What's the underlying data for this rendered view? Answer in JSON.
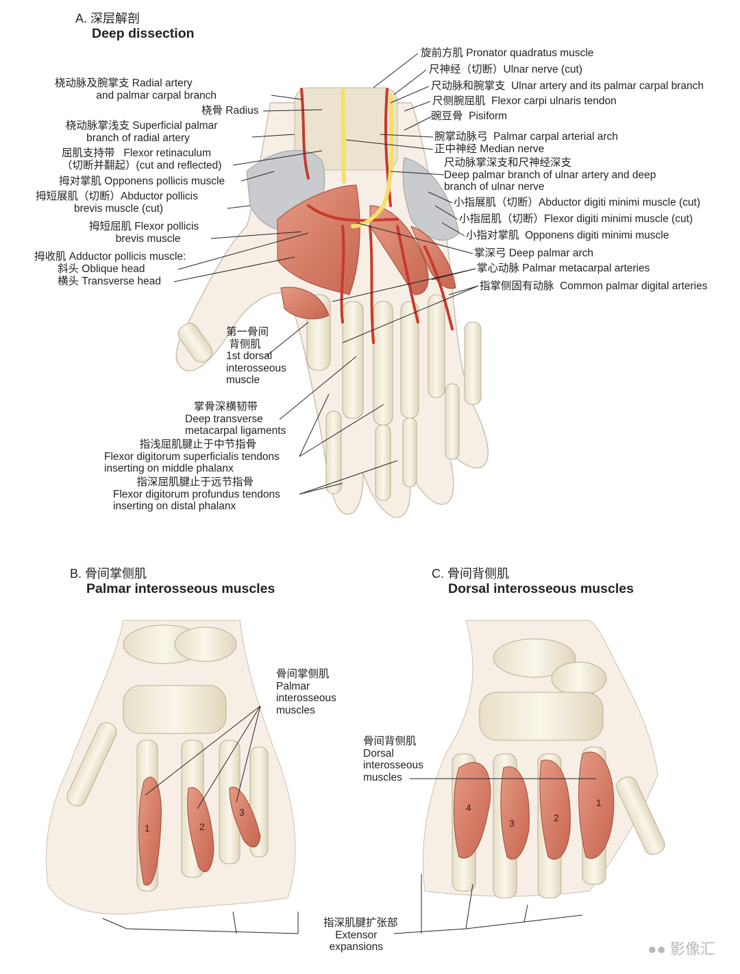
{
  "panel_a": {
    "heading_zh": "A. 深层解剖",
    "heading_en": "Deep dissection",
    "labels": {
      "pronator": "旋前方肌 Pronator quadratus muscle",
      "ulnar_nerve": "尺神经（切断）Ulnar nerve (cut)",
      "ulnar_artery": "尺动脉和腕掌支  Ulnar artery and its palmar carpal branch",
      "fcu": "尺侧腕屈肌  Flexor carpi ulnaris tendon",
      "pisiform": "豌豆骨  Pisiform",
      "carpal_arch": "腕掌动脉弓  Palmar carpal arterial arch",
      "median": "正中神经 Median nerve",
      "deep_branch": "尺动脉掌深支和尺神经深支\nDeep palmar branch of ulnar artery and deep\nbranch of ulnar nerve",
      "adm": "小指展肌（切断）Abductor digiti minimi muscle (cut)",
      "fdm": "小指屈肌（切断）Flexor digiti minimi muscle (cut)",
      "odm": "小指对掌肌  Opponens digiti minimi muscle",
      "deep_arch": "掌深弓 Deep palmar arch",
      "metacarpal_arteries": "掌心动脉 Palmar metacarpal arteries",
      "common_digital": "指掌侧固有动脉  Common palmar digital arteries",
      "radial_artery": "桡动脉及腕掌支 Radial artery\n              and palmar carpal branch",
      "radius": "桡骨 Radius",
      "superficial_palmar": "桡动脉掌浅支 Superficial palmar\n       branch of radial artery",
      "retinaculum": "屈肌支持带   Flexor retinaculum\n（切断并翻起）(cut and reflected)",
      "opponens_pollicis": "拇对掌肌 Opponens pollicis muscle",
      "apb": "拇短展肌（切断）Abductor pollicis\n             brevis muscle (cut)",
      "fpb": "拇短屈肌 Flexor pollicis\n         brevis muscle",
      "adductor": "拇收肌 Adductor pollicis muscle:",
      "oblique": "斜头 Oblique head",
      "transverse": "横头 Transverse head",
      "dorsal_1st": "第一骨间\n 背侧肌\n1st dorsal\ninterosseous\nmuscle",
      "ligaments": "   掌骨深横韧带\nDeep transverse\nmetacarpal ligaments",
      "fds": "            指浅屈肌腱止于中节指骨\nFlexor digitorum superficialis tendons\ninserting on middle phalanx",
      "fdp": "        指深屈肌腱止于远节指骨\nFlexor digitorum profundus tendons\ninserting on distal phalanx"
    }
  },
  "panel_b": {
    "heading_zh": "B. 骨间掌侧肌",
    "heading_en": "Palmar interosseous muscles",
    "label": "骨间掌侧肌\nPalmar\ninterosseous\nmuscles",
    "numbers": [
      "1",
      "2",
      "3"
    ]
  },
  "panel_c": {
    "heading_zh": "C. 骨间背侧肌",
    "heading_en": "Dorsal interosseous muscles",
    "label": "骨间背侧肌\nDorsal\ninterosseous\nmuscles",
    "numbers": [
      "4",
      "3",
      "2",
      "1"
    ]
  },
  "shared": {
    "extensor": "指深肌腱扩张部\n    Extensor\n  expansions"
  },
  "watermark": "影像汇",
  "colors": {
    "muscle": "#d9806a",
    "muscle_dark": "#b5513c",
    "artery": "#c8392b",
    "nerve": "#f4e06a",
    "bone": "#f1ead6",
    "bone_edge": "#b7ad92",
    "skin": "#f7efe6",
    "cut_tissue": "#c9cbcf"
  }
}
